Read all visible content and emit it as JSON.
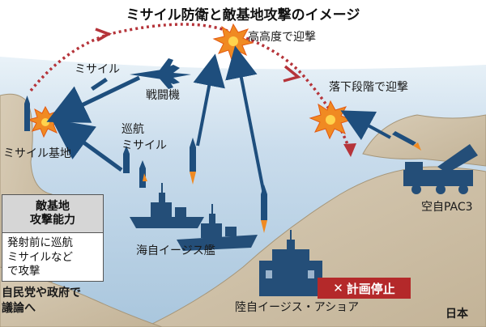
{
  "title": "ミサイル防衛と敵基地攻撃のイメージ",
  "labels": {
    "high_altitude": "高高度で迎撃",
    "falling_stage": "落下段階で迎撃",
    "missile": "ミサイル",
    "fighter": "戦闘機",
    "cruise_missile_line1": "巡航",
    "cruise_missile_line2": "ミサイル",
    "missile_base": "ミサイル基地",
    "msdf_aegis": "海自イージス艦",
    "asdf_pac3": "空自PAC3",
    "gsdf_aegis_ashore": "陸自イージス・アショア",
    "japan": "日本"
  },
  "capability_box": {
    "heading_line1": "敵基地",
    "heading_line2": "攻撃能力",
    "body_line1": "発射前に巡航",
    "body_line2": "ミサイルなど",
    "body_line3": "で攻撃"
  },
  "debate": {
    "line1": "自民党や政府で",
    "line2": "議論へ"
  },
  "plan_halted": {
    "mark": "✕",
    "text": "計画停止"
  },
  "colors": {
    "land": "#cdbfa7",
    "land_edge": "#a69679",
    "sea": "#bcd3e6",
    "sky": "#ffffff",
    "arrow_blue": "#1e4e7d",
    "ship_navy": "#244e78",
    "trajectory_red": "#b5343a",
    "explosion_orange": "#f08a22",
    "halted_red": "#b4292a"
  }
}
